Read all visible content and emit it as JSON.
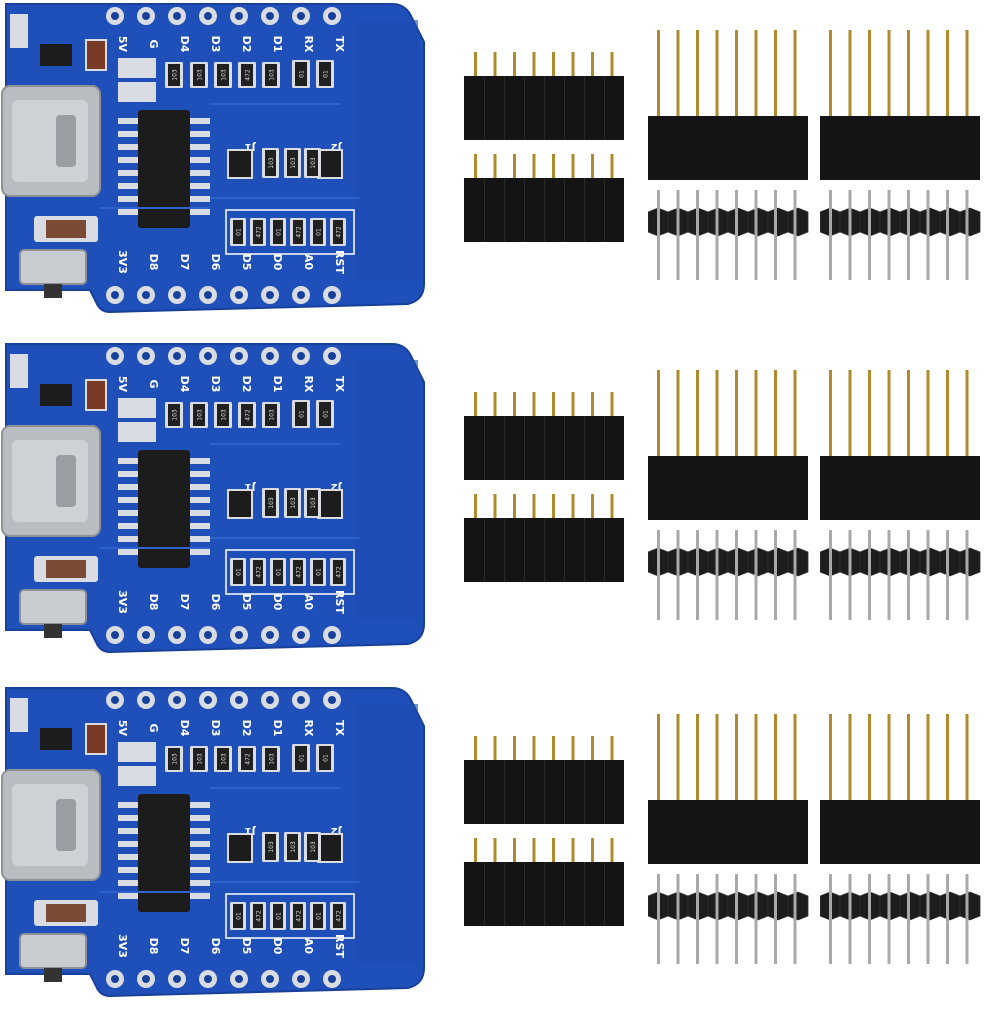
{
  "product": {
    "board_count": 3,
    "colors": {
      "pcb": "#1f4fb8",
      "pcb_dark": "#17409a",
      "pad": "#d9dde3",
      "silk": "#ffffff",
      "chip": "#1c1c1c",
      "usb": "#b9bcc0",
      "header_plastic": "#141414",
      "pin_gold": "#b08a2e",
      "pin_silver": "#a9a9a9"
    },
    "board_labels": {
      "top": [
        "5V",
        "G",
        "D4",
        "D3",
        "D2",
        "D1",
        "RX",
        "TX"
      ],
      "bottom": [
        "3V3",
        "D8",
        "D7",
        "D6",
        "D5",
        "D0",
        "A0",
        "RST"
      ]
    },
    "component_marks": {
      "jumper_left": "J1",
      "jumper_right": "J2",
      "resistor": "103",
      "resistor_alt": "472",
      "resistor_small": "01"
    },
    "icons": [
      "usb-c-port-icon",
      "reset-button-icon",
      "ic-chip-icon",
      "pin-header-icon"
    ]
  }
}
